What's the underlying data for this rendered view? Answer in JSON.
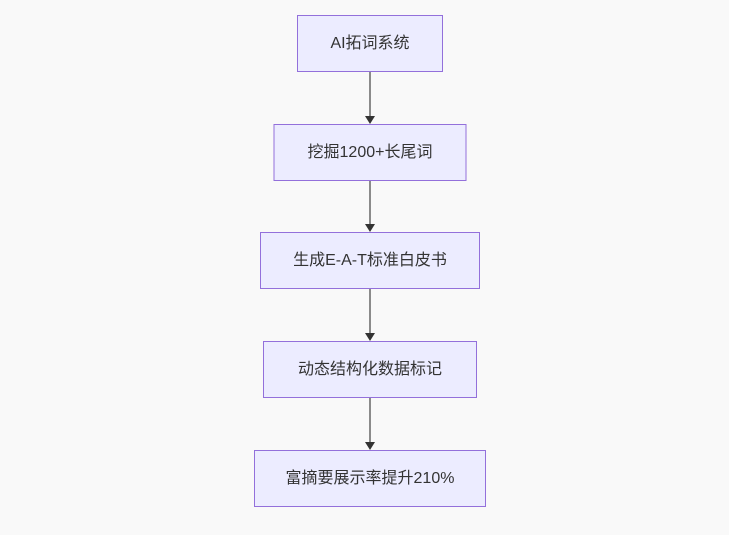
{
  "diagram": {
    "type": "flowchart",
    "direction": "top-down",
    "nodes": [
      {
        "id": "A",
        "label": "AI拓词系统"
      },
      {
        "id": "B",
        "label": "挖掘1200+长尾词"
      },
      {
        "id": "C",
        "label": "生成E-A-T标准白皮书"
      },
      {
        "id": "D",
        "label": "动态结构化数据标记"
      },
      {
        "id": "E",
        "label": "富摘要展示率提升210%"
      }
    ],
    "edges": [
      {
        "from": "A",
        "to": "B"
      },
      {
        "from": "B",
        "to": "C"
      },
      {
        "from": "C",
        "to": "D"
      },
      {
        "from": "D",
        "to": "E"
      }
    ],
    "colors": {
      "node_fill": "#ececff",
      "node_border": "#9370db",
      "node_text": "#333333",
      "edge_line": "#666666",
      "edge_arrowhead": "#333333",
      "background": "#f9f9f9"
    }
  }
}
